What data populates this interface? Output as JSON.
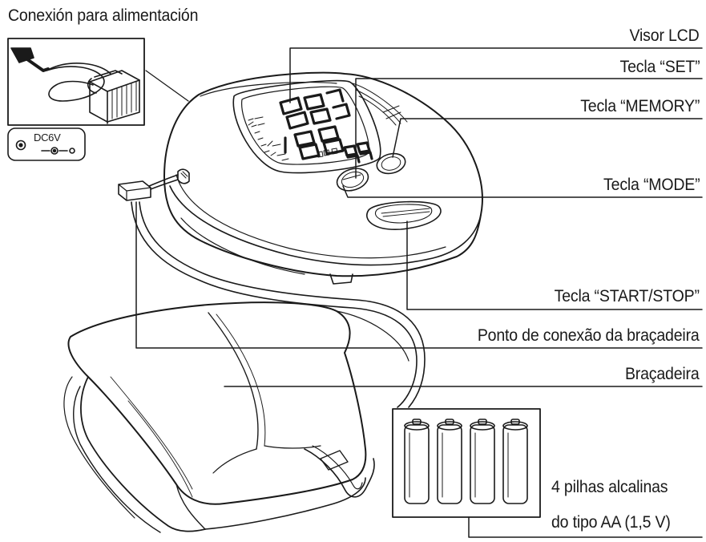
{
  "title": "Conexión para alimentación",
  "adapter_badge": {
    "text": "DC6V"
  },
  "labels": {
    "lcd": "Visor LCD",
    "set": "Tecla “SET”",
    "memory": "Tecla “MEMORY”",
    "mode": "Tecla “MODE”",
    "start_stop": "Tecla “START/STOP”",
    "cuff_port": "Ponto de conexão da braçadeira",
    "cuff": "Braçadeira",
    "batteries_line1": "4 pilhas alcalinas",
    "batteries_line2": "do tipo AA (1,5 V)"
  },
  "display": {
    "digits_top": "888",
    "digits_bottom": "188",
    "pulse": "88"
  },
  "colors": {
    "ink": "#1a1a1a",
    "background": "#ffffff"
  }
}
